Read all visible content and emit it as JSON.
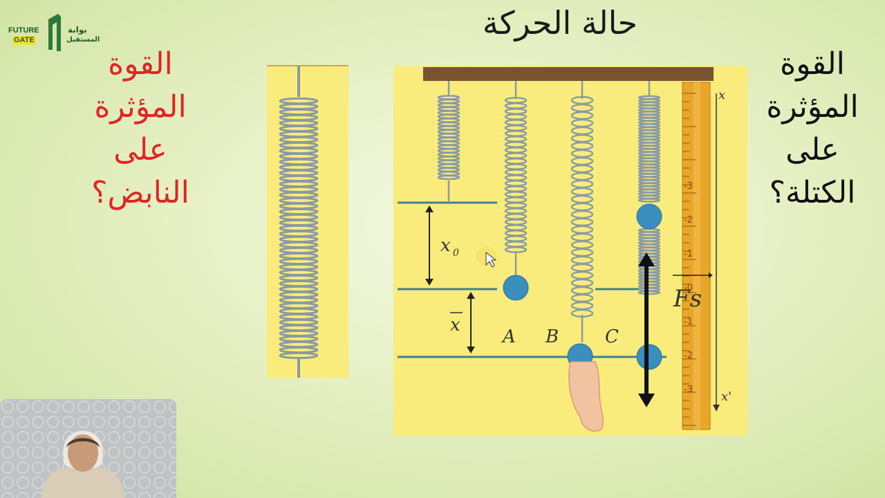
{
  "logo": {
    "en_line1": "FUTURE",
    "en_line2": "GATE",
    "ar_line1": "بوابة",
    "ar_line2": "المستقبل"
  },
  "title": "حالة الحركة",
  "left_question": {
    "lines": [
      "القوة",
      "المؤثرة",
      "على",
      "النابض؟"
    ],
    "color": "#e02424"
  },
  "right_question": {
    "lines": [
      "القوة",
      "المؤثرة",
      "على",
      "الكتلة؟"
    ],
    "color": "#111111"
  },
  "figure": {
    "label_x0": "x",
    "label_x0_sub": "0",
    "label_x": "x",
    "label_A": "A",
    "label_B": "B",
    "label_C": "C",
    "force_label": "Fs",
    "ruler_top": "x",
    "ruler_bottom": "x'",
    "ruler_ticks": [
      "3",
      "2",
      "1",
      "0",
      "1",
      "2",
      "3"
    ]
  },
  "colors": {
    "panel": "#f9ec7c",
    "spring": "#8a9aa2",
    "mass": "#3a8fbf",
    "line": "#3f7f8f",
    "bar": "#7a5230"
  },
  "icons": [
    "play-icon",
    "captions-icon",
    "settings-icon",
    "share-icon",
    "fullscreen-icon"
  ]
}
